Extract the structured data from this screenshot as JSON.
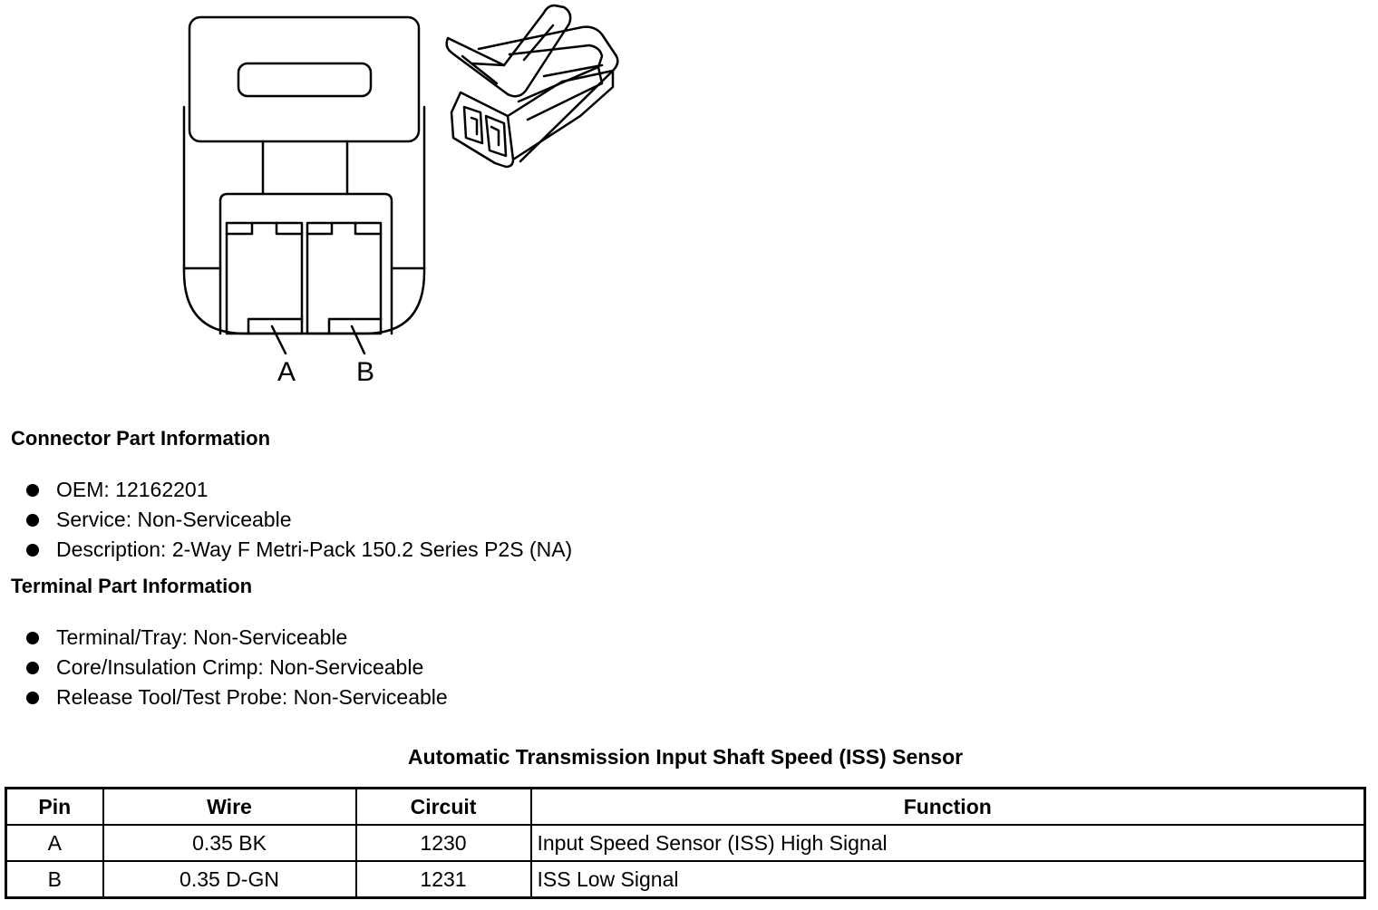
{
  "diagram": {
    "pin_labels": [
      "A",
      "B"
    ]
  },
  "connector_section": {
    "heading": "Connector Part Information",
    "items": [
      "OEM: 12162201",
      "Service: Non-Serviceable",
      "Description: 2-Way F Metri-Pack 150.2 Series P2S (NA)"
    ]
  },
  "terminal_section": {
    "heading": "Terminal Part Information",
    "items": [
      "Terminal/Tray: Non-Serviceable",
      "Core/Insulation Crimp: Non-Serviceable",
      "Release Tool/Test Probe: Non-Serviceable"
    ]
  },
  "pinout_table": {
    "title": "Automatic Transmission Input Shaft Speed (ISS) Sensor",
    "headers": [
      "Pin",
      "Wire",
      "Circuit",
      "Function"
    ],
    "rows": [
      [
        "A",
        "0.35 BK",
        "1230",
        "Input Speed Sensor (ISS) High Signal"
      ],
      [
        "B",
        "0.35 D-GN",
        "1231",
        "ISS Low Signal"
      ]
    ]
  }
}
